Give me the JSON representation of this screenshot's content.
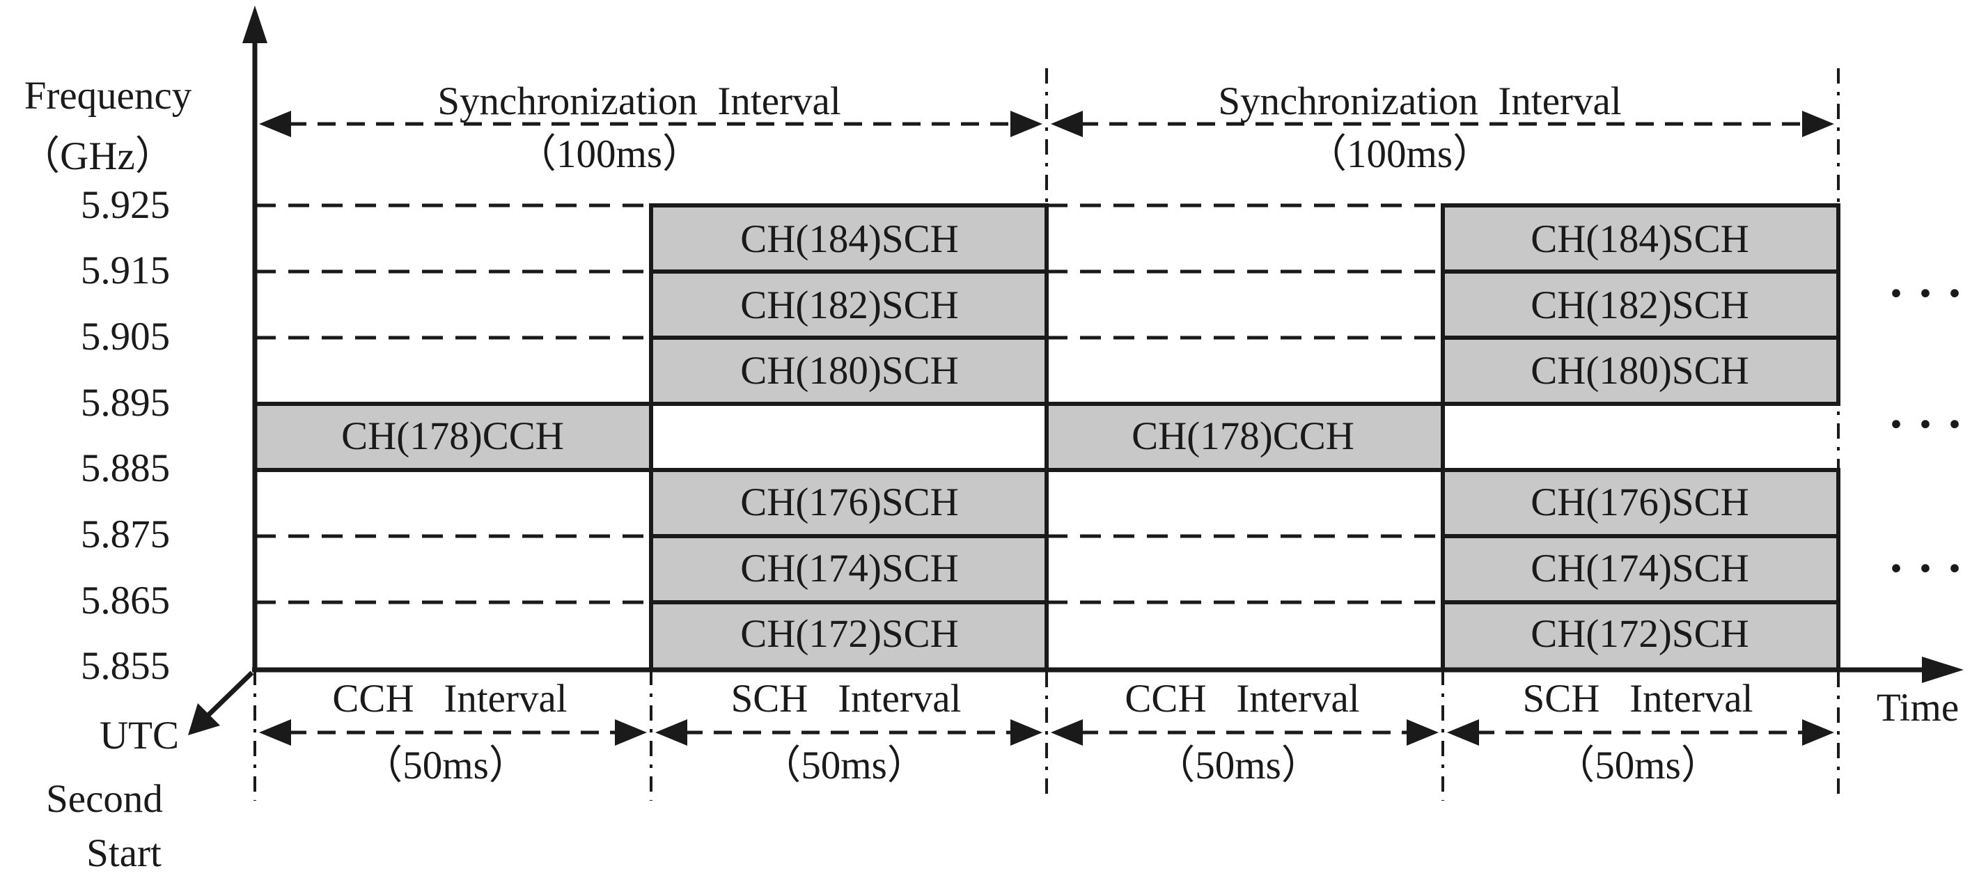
{
  "yaxis": {
    "label_line1": "Frequency",
    "label_line2": "（GHz）",
    "ticks": [
      "5.925",
      "5.915",
      "5.905",
      "5.895",
      "5.885",
      "5.875",
      "5.865",
      "5.855"
    ]
  },
  "xaxis": {
    "label": "Time"
  },
  "utc": {
    "line1": "UTC",
    "line2": "Second",
    "line3": "Start"
  },
  "sync_intervals": [
    {
      "title": "Synchronization  Interval",
      "duration": "（100ms）"
    },
    {
      "title": "Synchronization  Interval",
      "duration": "（100ms）"
    }
  ],
  "sub_intervals": [
    {
      "title": "CCH   Interval",
      "duration": "（50ms）"
    },
    {
      "title": "SCH   Interval",
      "duration": "（50ms）"
    },
    {
      "title": "CCH   Interval",
      "duration": "（50ms）"
    },
    {
      "title": "SCH   Interval",
      "duration": "（50ms）"
    }
  ],
  "channels": {
    "cch": "CH(178)CCH",
    "sch": [
      "CH(184)SCH",
      "CH(182)SCH",
      "CH(180)SCH",
      "CH(176)SCH",
      "CH(174)SCH",
      "CH(172)SCH"
    ]
  },
  "continuation": "· · ·",
  "colors": {
    "block_fill": "#c8c8c8",
    "stroke": "#1a1a1a"
  }
}
